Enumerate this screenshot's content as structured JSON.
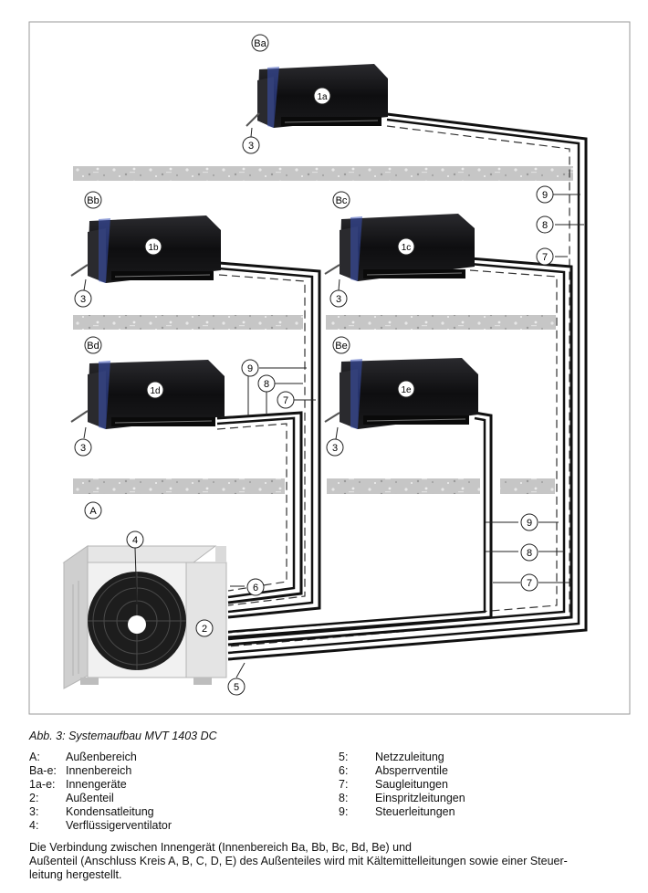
{
  "diagram": {
    "zones": [
      "Ba",
      "Bb",
      "Bc",
      "Bd",
      "Be",
      "A"
    ],
    "indoor_units": [
      "1a",
      "1b",
      "1c",
      "1d",
      "1e"
    ],
    "markers": {
      "drain": "3",
      "outdoor_unit": "2",
      "fan": "4",
      "power": "5",
      "valves": "6",
      "suction": "7",
      "injection": "8",
      "control": "9"
    }
  },
  "caption": "Abb. 3: Systemaufbau MVT 1403 DC",
  "legend_left": [
    {
      "key": "A:",
      "text": "Außenbereich"
    },
    {
      "key": "Ba-e:",
      "text": "Innenbereich"
    },
    {
      "key": "1a-e:",
      "text": "Innengeräte"
    },
    {
      "key": "2:",
      "text": "Außenteil"
    },
    {
      "key": "3:",
      "text": "Kondensatleitung"
    },
    {
      "key": "4:",
      "text": "Verflüssigerventilator"
    }
  ],
  "legend_right": [
    {
      "key": "5:",
      "text": "Netzzuleitung"
    },
    {
      "key": "6:",
      "text": "Absperrventile"
    },
    {
      "key": "7:",
      "text": "Saugleitungen"
    },
    {
      "key": "8:",
      "text": "Einspritzleitungen"
    },
    {
      "key": "9:",
      "text": "Steuerleitungen"
    }
  ],
  "description_line1": "Die Verbindung zwischen Innengerät (Innenbereich Ba, Bb, Bc, Bd, Be) und",
  "description_line2": "Außenteil (Anschluss Kreis A, B, C, D, E) des Außenteiles wird mit Kältemittelleitungen sowie einer Steuer-",
  "description_line3": "leitung hergestellt."
}
